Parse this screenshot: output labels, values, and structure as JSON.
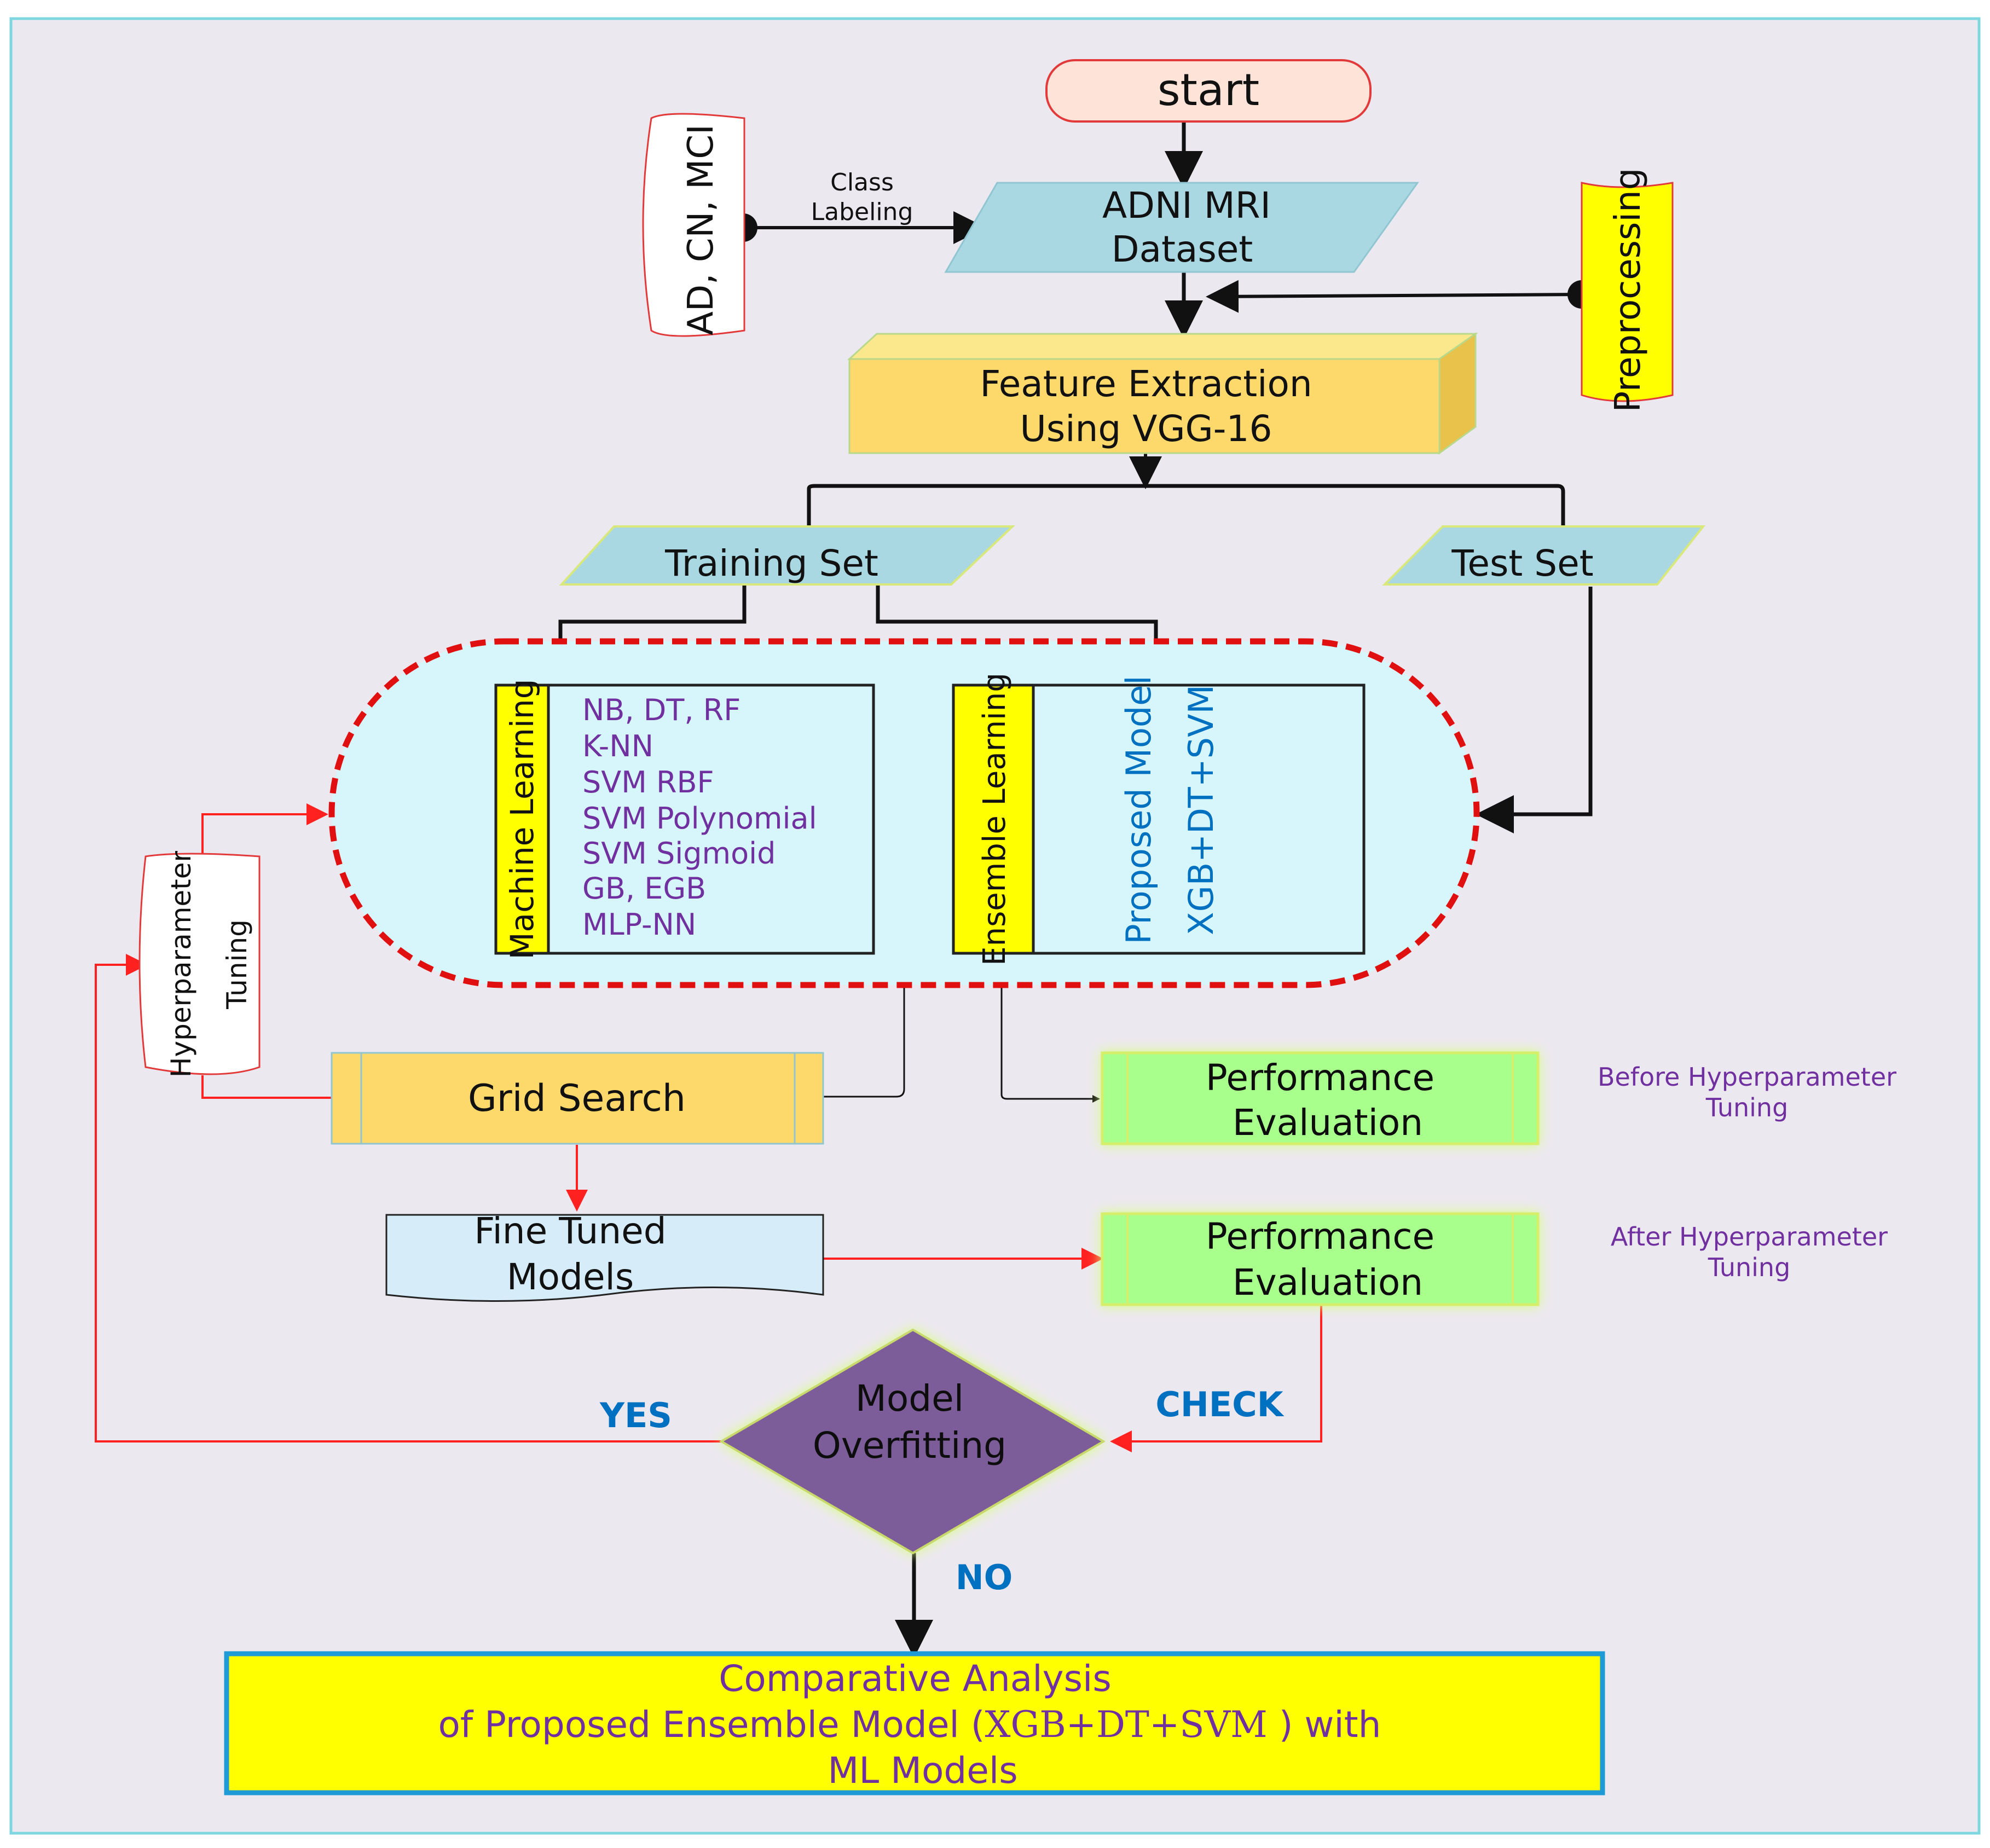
{
  "nodes": {
    "start": "start",
    "class_labels": "AD, CN, MCI",
    "class_labeling": [
      "Class",
      "Labeling"
    ],
    "dataset": [
      "ADNI MRI",
      "Dataset"
    ],
    "preprocessing": "Preprocessing",
    "feature_extraction": [
      "Feature Extraction",
      "Using VGG-16"
    ],
    "training_set": "Training Set",
    "test_set": "Test Set",
    "machine_learning_label": "Machine Learning",
    "ml_models": [
      "NB, DT, RF",
      "K-NN",
      "SVM RBF",
      "SVM Polynomial",
      "SVM Sigmoid",
      "GB, EGB",
      "MLP-NN"
    ],
    "ensemble_learning_label": "Ensemble Learning",
    "proposed_model": [
      "Proposed Model",
      "XGB+DT+SVM"
    ],
    "hyperparameter_tuning": [
      "Hyperparameter",
      "Tuning"
    ],
    "grid_search": "Grid Search",
    "performance_before": [
      "Performance",
      "Evaluation"
    ],
    "performance_before_note": [
      "Before Hyperparameter",
      "Tuning"
    ],
    "fine_tuned": [
      "Fine Tuned",
      "Models"
    ],
    "performance_after": [
      "Performance",
      "Evaluation"
    ],
    "performance_after_note": [
      "After Hyperparameter",
      "Tuning"
    ],
    "decision": [
      "Model",
      "Overfitting"
    ],
    "yes": "YES",
    "check": "CHECK",
    "no": "NO",
    "conclusion": [
      "Comparative Analysis",
      "of Proposed Ensemble Model (",
      "XGB+DT+SVM",
      " ) with",
      "ML Models"
    ]
  },
  "colors": {
    "background": "#ece8f0",
    "frame": "#7ed7e0",
    "parallelogram": "#a9d8e3",
    "orange_box": "#fcd96a",
    "yellow": "#ffff00",
    "green_box": "#a8ff8c",
    "red": "#ff2020",
    "purple_text": "#7030a0",
    "blue_text": "#0070c0",
    "diamond": "#7b5c99",
    "cyan_region": "#d7f6fb"
  }
}
